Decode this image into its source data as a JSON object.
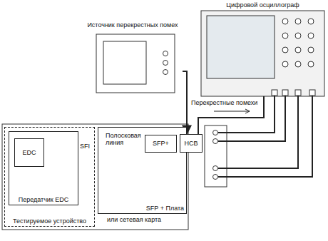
{
  "diagram": {
    "nodes": [
      {
        "text": [
          "Цифровой осциллограф"
        ]
      },
      {
        "text": [
          "Источник перекрестных помех"
        ]
      },
      {
        "text": [
          "Тестируемое устройство"
        ]
      },
      {
        "text": [
          "Передатчик EDC"
        ],
        "in": 2
      },
      {
        "text": [
          "EDC"
        ],
        "in": 3
      },
      {
        "text": [
          "SFP + Плата"
        ]
      },
      {
        "text": [
          "SFP+"
        ],
        "in": 5
      },
      {
        "text": [
          "HCB"
        ]
      }
    ],
    "edges": [
      {
        "from": 1,
        "to": 7,
        "label": "Перекрестные помехи",
        "arrow": "to"
      },
      {
        "from": 7,
        "to": 0,
        "arrow": "none"
      },
      {
        "from": 6,
        "to": 7,
        "arrow": "none"
      }
    ],
    "labels": [
      "SFI",
      "Полосковая линия",
      "или сетевая карта"
    ]
  }
}
